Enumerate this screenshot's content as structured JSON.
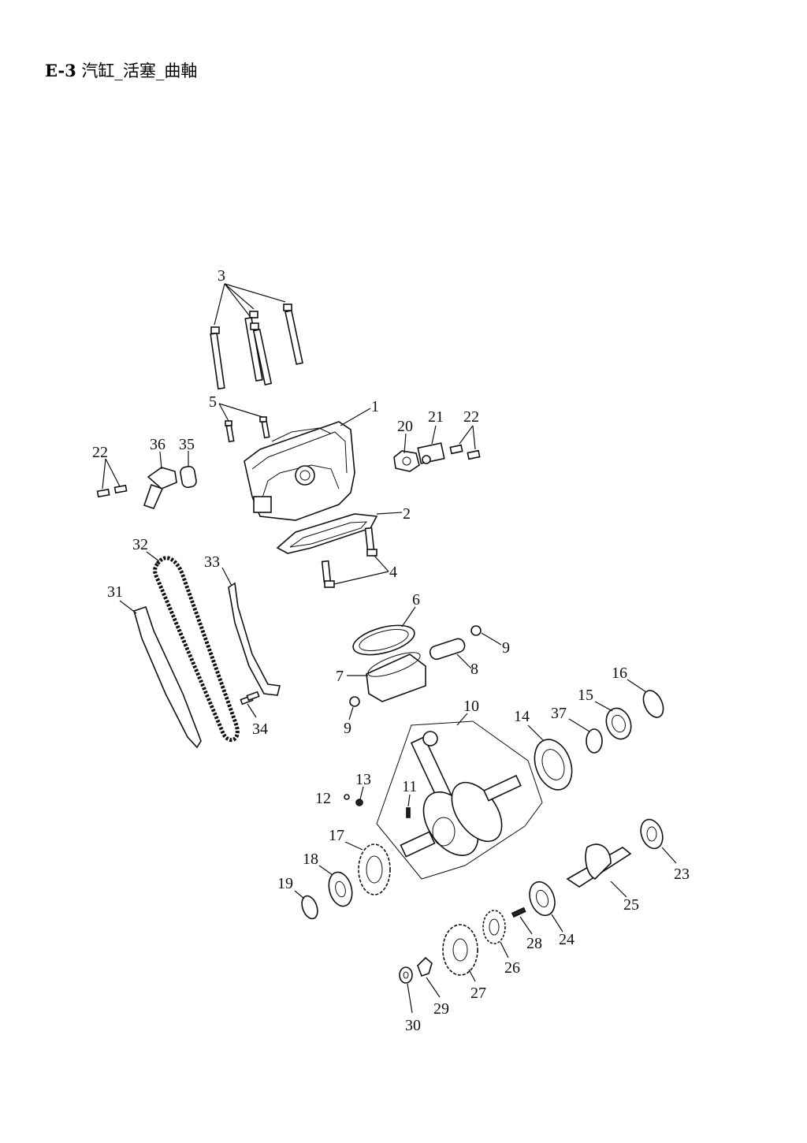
{
  "header": {
    "code": "E-3",
    "title": "汽缸_活塞_曲軸"
  },
  "callouts": {
    "c1": "1",
    "c2": "2",
    "c3": "3",
    "c4": "4",
    "c5": "5",
    "c6": "6",
    "c7": "7",
    "c8": "8",
    "c9a": "9",
    "c9b": "9",
    "c10": "10",
    "c11": "11",
    "c12": "12",
    "c13": "13",
    "c14": "14",
    "c15": "15",
    "c16": "16",
    "c17": "17",
    "c18": "18",
    "c19": "19",
    "c20": "20",
    "c21": "21",
    "c22a": "22",
    "c22b": "22",
    "c23": "23",
    "c24": "24",
    "c25": "25",
    "c26": "26",
    "c27": "27",
    "c28": "28",
    "c29": "29",
    "c30": "30",
    "c31": "31",
    "c32": "32",
    "c33": "33",
    "c34": "34",
    "c35": "35",
    "c36": "36",
    "c37": "37"
  }
}
